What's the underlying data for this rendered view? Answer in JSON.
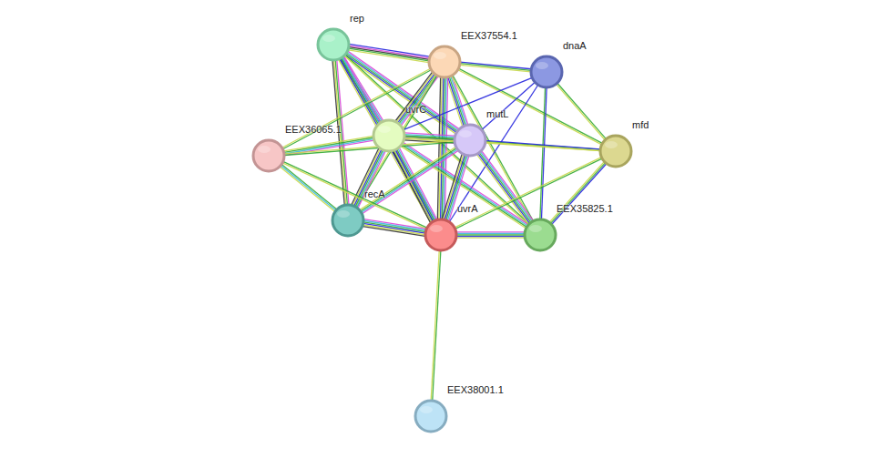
{
  "diagram": {
    "nodes": [
      {
        "text": [
          "rep"
        ]
      },
      {
        "text": [
          "EEX37554.1"
        ]
      },
      {
        "text": [
          "dnaA"
        ]
      },
      {
        "text": [
          "uvrC"
        ]
      },
      {
        "text": [
          "mutL"
        ]
      },
      {
        "text": [
          "mfd"
        ]
      },
      {
        "text": [
          "EEX36065.1"
        ]
      },
      {
        "text": [
          "recA"
        ]
      },
      {
        "text": [
          "uvrA"
        ]
      },
      {
        "text": [
          "EEX35825.1"
        ]
      },
      {
        "text": [
          "EEX38001.1"
        ]
      }
    ],
    "edges": [
      {
        "from": 0,
        "to": 1,
        "arrow": "none"
      },
      {
        "from": 0,
        "to": 3,
        "arrow": "none"
      },
      {
        "from": 0,
        "to": 4,
        "arrow": "none"
      },
      {
        "from": 0,
        "to": 7,
        "arrow": "none"
      },
      {
        "from": 0,
        "to": 8,
        "arrow": "none"
      },
      {
        "from": 0,
        "to": 9,
        "arrow": "none"
      },
      {
        "from": 1,
        "to": 2,
        "arrow": "none"
      },
      {
        "from": 1,
        "to": 3,
        "arrow": "none"
      },
      {
        "from": 1,
        "to": 4,
        "arrow": "none"
      },
      {
        "from": 1,
        "to": 5,
        "arrow": "none"
      },
      {
        "from": 1,
        "to": 6,
        "arrow": "none"
      },
      {
        "from": 1,
        "to": 7,
        "arrow": "none"
      },
      {
        "from": 1,
        "to": 8,
        "arrow": "none"
      },
      {
        "from": 1,
        "to": 9,
        "arrow": "none"
      },
      {
        "from": 2,
        "to": 3,
        "arrow": "none"
      },
      {
        "from": 2,
        "to": 4,
        "arrow": "none"
      },
      {
        "from": 2,
        "to": 8,
        "arrow": "none"
      },
      {
        "from": 2,
        "to": 9,
        "arrow": "none"
      },
      {
        "from": 2,
        "to": 5,
        "arrow": "none"
      },
      {
        "from": 3,
        "to": 4,
        "arrow": "none"
      },
      {
        "from": 3,
        "to": 6,
        "arrow": "none"
      },
      {
        "from": 3,
        "to": 7,
        "arrow": "none"
      },
      {
        "from": 3,
        "to": 8,
        "arrow": "none"
      },
      {
        "from": 3,
        "to": 9,
        "arrow": "none"
      },
      {
        "from": 3,
        "to": 5,
        "arrow": "none"
      },
      {
        "from": 4,
        "to": 5,
        "arrow": "none"
      },
      {
        "from": 4,
        "to": 6,
        "arrow": "none"
      },
      {
        "from": 4,
        "to": 7,
        "arrow": "none"
      },
      {
        "from": 4,
        "to": 8,
        "arrow": "none"
      },
      {
        "from": 4,
        "to": 9,
        "arrow": "none"
      },
      {
        "from": 5,
        "to": 8,
        "arrow": "none"
      },
      {
        "from": 5,
        "to": 9,
        "arrow": "none"
      },
      {
        "from": 6,
        "to": 7,
        "arrow": "none"
      },
      {
        "from": 6,
        "to": 8,
        "arrow": "none"
      },
      {
        "from": 7,
        "to": 8,
        "arrow": "none"
      },
      {
        "from": 8,
        "to": 9,
        "arrow": "none"
      },
      {
        "from": 8,
        "to": 10,
        "arrow": "none"
      }
    ]
  }
}
